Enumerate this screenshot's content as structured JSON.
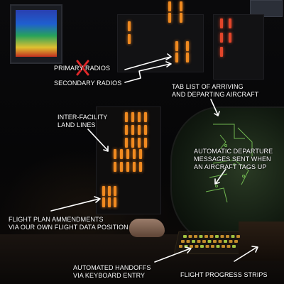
{
  "annotations": {
    "primary_radios": "PRIMARY RADIOS",
    "secondary_radios": "SECONDARY RADIOS",
    "tab_list": "TAB LIST OF ARRIVING\nAND DEPARTING AIRCRAFT",
    "land_lines": "INTER-FACILITY\nLAND LINES",
    "departure_messages": "AUTOMATIC DEPARTURE\nMESSAGES SENT WHEN\nAN AIRCRAFT TAGS UP",
    "flight_plan": "FLIGHT PLAN AMMENDMENTS\nVIA OUR OWN FLIGHT DATA POSITION",
    "handoffs": "AUTOMATED HANDOFFS\nVIA KEYBOARD ENTRY",
    "progress_strips": "FLIGHT PROGRESS STRIPS"
  },
  "colors": {
    "annotation_text": "#ffffff",
    "strikeout_mark": "#e0282a",
    "lamp_orange": "#f08a20",
    "lamp_red": "#e2452a",
    "radar_green": "#7fd05a"
  }
}
